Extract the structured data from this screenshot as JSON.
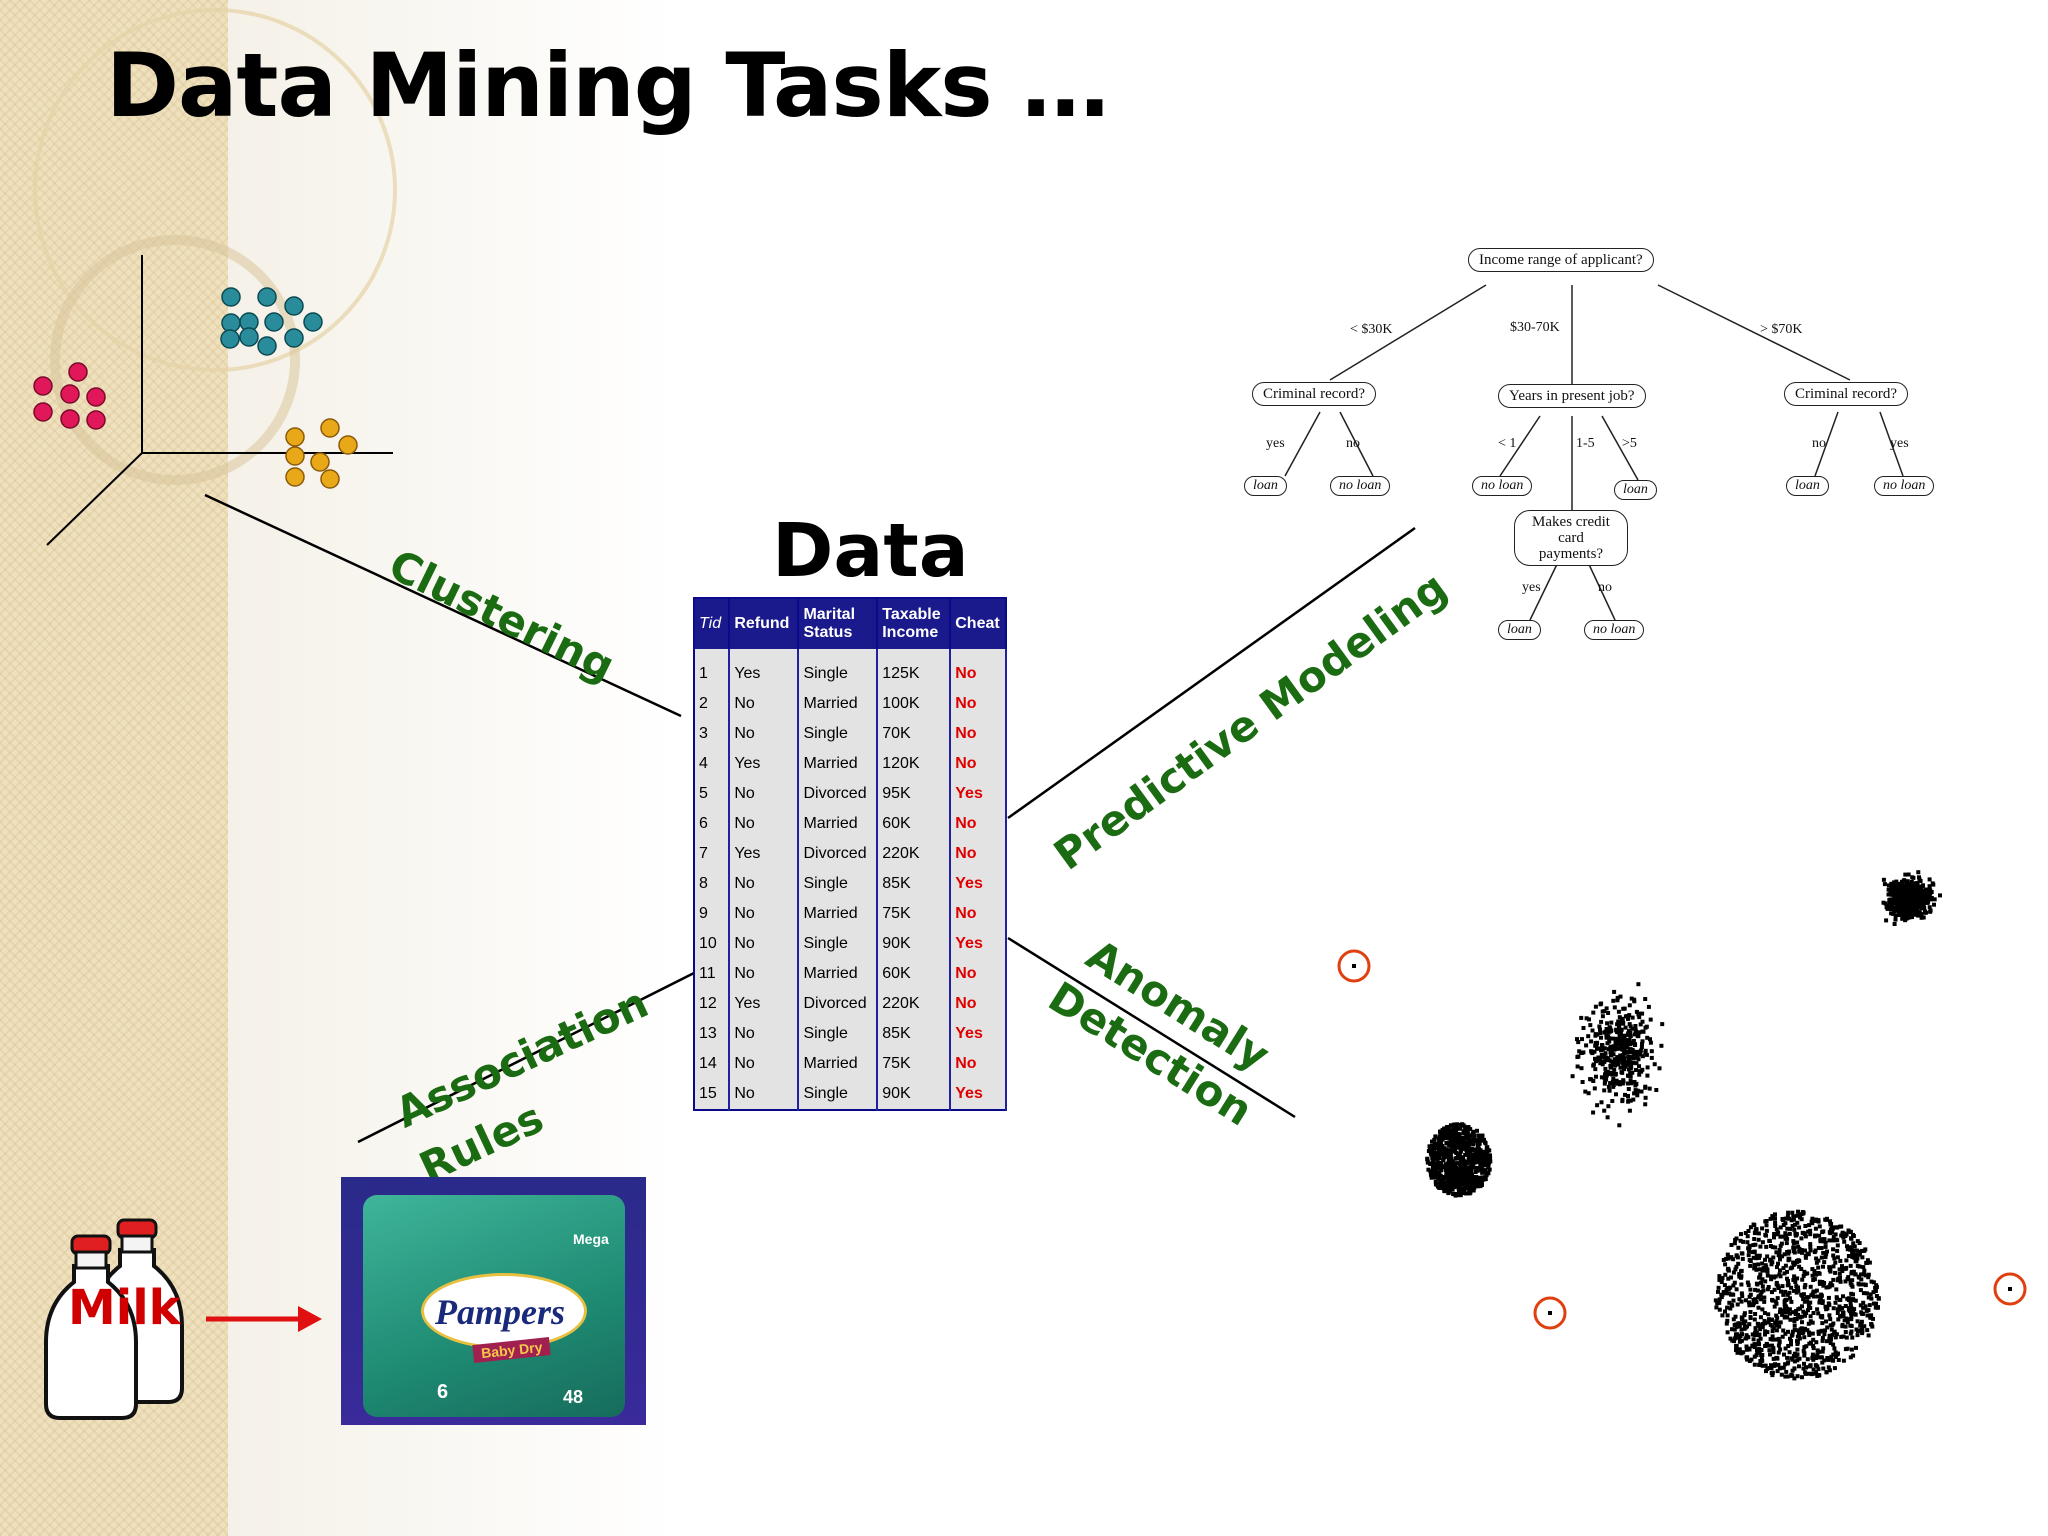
{
  "slide": {
    "title": "Data Mining Tasks …",
    "data_heading": "Data"
  },
  "tasks": {
    "clustering": "Clustering",
    "predictive": "Predictive Modeling",
    "association_1": "Association",
    "association_2": "Rules",
    "anomaly_1": "Anomaly",
    "anomaly_2": "Detection"
  },
  "table": {
    "headers": [
      "Tid",
      "Refund",
      "Marital Status",
      "Taxable Income",
      "Cheat"
    ],
    "rows": [
      [
        "1",
        "Yes",
        "Single",
        "125K",
        "No"
      ],
      [
        "2",
        "No",
        "Married",
        "100K",
        "No"
      ],
      [
        "3",
        "No",
        "Single",
        "70K",
        "No"
      ],
      [
        "4",
        "Yes",
        "Married",
        "120K",
        "No"
      ],
      [
        "5",
        "No",
        "Divorced",
        "95K",
        "Yes"
      ],
      [
        "6",
        "No",
        "Married",
        "60K",
        "No"
      ],
      [
        "7",
        "Yes",
        "Divorced",
        "220K",
        "No"
      ],
      [
        "8",
        "No",
        "Single",
        "85K",
        "Yes"
      ],
      [
        "9",
        "No",
        "Married",
        "75K",
        "No"
      ],
      [
        "10",
        "No",
        "Single",
        "90K",
        "Yes"
      ],
      [
        "11",
        "No",
        "Married",
        "60K",
        "No"
      ],
      [
        "12",
        "Yes",
        "Divorced",
        "220K",
        "No"
      ],
      [
        "13",
        "No",
        "Single",
        "85K",
        "Yes"
      ],
      [
        "14",
        "No",
        "Married",
        "75K",
        "No"
      ],
      [
        "15",
        "No",
        "Single",
        "90K",
        "Yes"
      ]
    ]
  },
  "tree": {
    "root": "Income range of applicant?",
    "branch_low": "< $30K",
    "branch_mid": "$30-70K",
    "branch_high": "> $70K",
    "node_left": "Criminal record?",
    "node_mid": "Years in present job?",
    "node_right": "Criminal record?",
    "left_yes": "yes",
    "left_no": "no",
    "left_leaf_yes": "loan",
    "left_leaf_no": "no loan",
    "mid_lt1": "< 1",
    "mid_1to5": "1-5",
    "mid_gt5": ">5",
    "mid_leaf_lt1": "no loan",
    "mid_leaf_gt5": "loan",
    "node_credit": "Makes credit card payments?",
    "credit_yes": "yes",
    "credit_no": "no",
    "credit_leaf_yes": "loan",
    "credit_leaf_no": "no loan",
    "right_no": "no",
    "right_yes": "yes",
    "right_leaf_no": "loan",
    "right_leaf_yes": "no loan"
  },
  "products": {
    "milk": "Milk",
    "diaper_brand": "Pampers",
    "diaper_sub": "Baby Dry",
    "diaper_mega": "Mega",
    "diaper_count": "48",
    "diaper_size": "6"
  },
  "colors": {
    "task_label": "#1a6b12",
    "table_header": "#1a1a8c",
    "cheat_text": "#e00000",
    "cluster_pink": "#e0185a",
    "cluster_teal": "#2a8c9a",
    "cluster_gold": "#e8a818",
    "anomaly_circle": "#e04010",
    "arrow": "#e01010"
  }
}
